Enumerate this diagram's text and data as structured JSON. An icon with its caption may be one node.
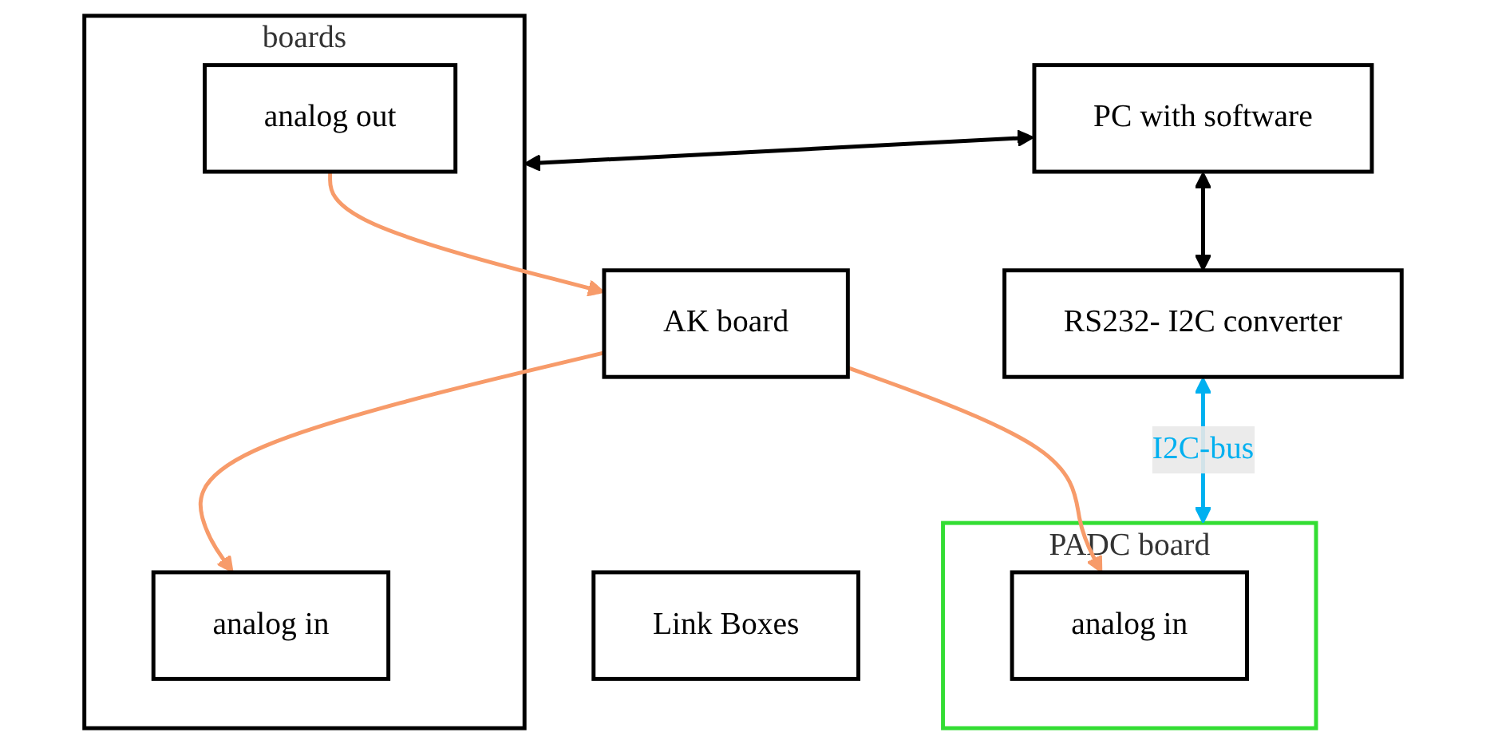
{
  "diagram": {
    "nodes": [
      {
        "text": [
          "PC with software"
        ]
      },
      {
        "text": [
          "boards"
        ]
      },
      {
        "text": [
          "analog in"
        ],
        "in": 1
      },
      {
        "text": [
          "analog out"
        ],
        "in": 1
      },
      {
        "text": [
          "RS232- I2C converter"
        ]
      },
      {
        "text": [
          "Link Boxes"
        ]
      },
      {
        "text": [
          "AK board"
        ]
      },
      {
        "text": [
          "PADC board"
        ]
      },
      {
        "text": [
          "analog in"
        ],
        "in": 7
      }
    ],
    "edges": [
      {
        "from": 0,
        "to": 1,
        "arrow": "both",
        "color": "#000000"
      },
      {
        "from": 0,
        "to": 4,
        "arrow": "both",
        "color": "#000000"
      },
      {
        "from": 4,
        "to": 7,
        "arrow": "both",
        "label": "I2C-bus",
        "color": "#00b0f0"
      },
      {
        "from": 3,
        "to": 6,
        "arrow": "to",
        "color": "#f79b6a"
      },
      {
        "from": 6,
        "to": 8,
        "arrow": "to",
        "color": "#f79b6a"
      },
      {
        "from": 6,
        "to": 2,
        "arrow": "to",
        "color": "#f79b6a"
      }
    ]
  }
}
